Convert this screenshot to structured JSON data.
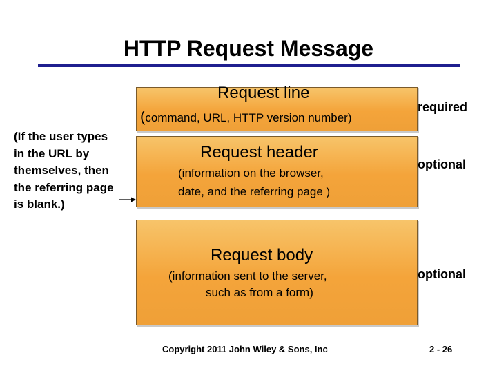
{
  "title": "HTTP Request Message",
  "sections": [
    {
      "heading": "Request line",
      "detail_lines": [
        "(command,  URL, HTTP version number)"
      ],
      "status": "required"
    },
    {
      "heading": "Request header",
      "detail_lines": [
        "(information on the browser,",
        "date, and the referring page )"
      ],
      "status": "optional"
    },
    {
      "heading": "Request body",
      "detail_lines": [
        "(information sent to the server,",
        "such as from a form)"
      ],
      "status": "optional"
    }
  ],
  "side_note": "(If the user types in the URL by themselves, then the referring page is blank.)",
  "footer": {
    "copyright": "Copyright 2011 John Wiley & Sons, Inc",
    "page": "2 - 26"
  }
}
